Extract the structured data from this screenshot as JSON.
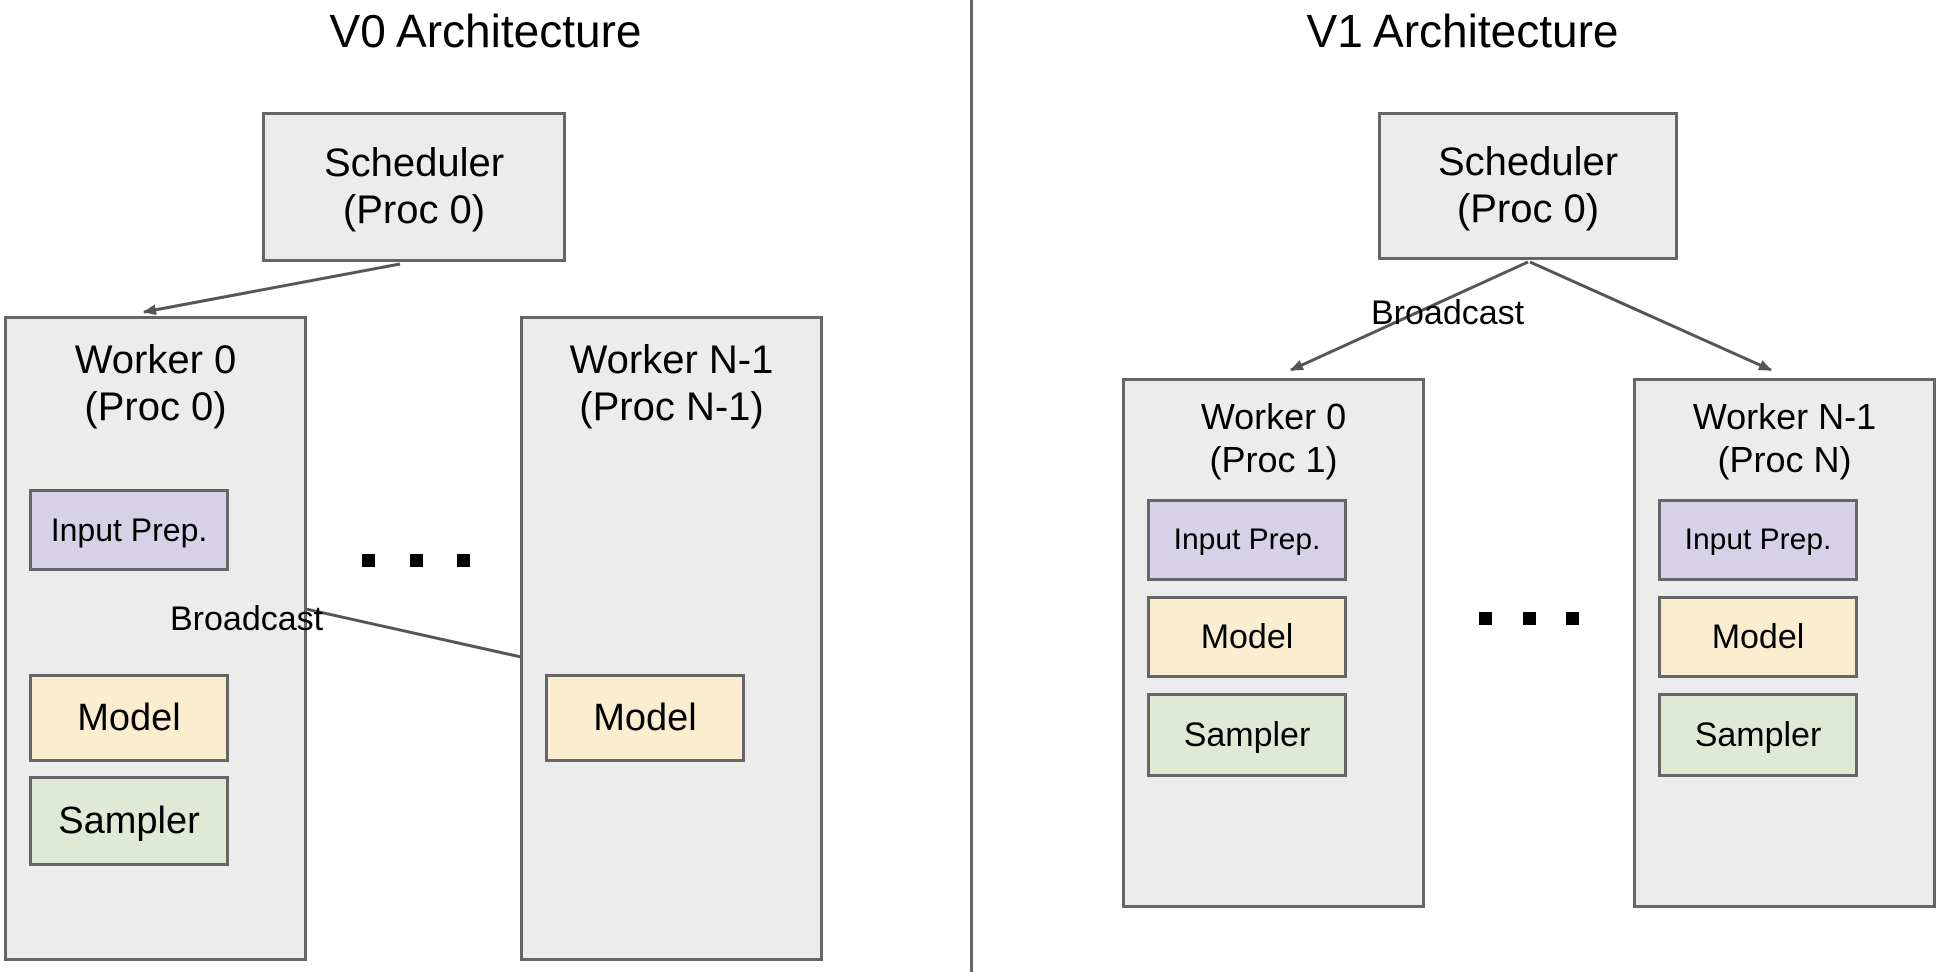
{
  "colors": {
    "background": "#ffffff",
    "box_fill": "#ececec",
    "box_border": "#666666",
    "input_prep_fill": "#d6d1e7",
    "model_fill": "#fbeed0",
    "sampler_fill": "#dfe9d5",
    "arrow": "#555555",
    "text": "#000000"
  },
  "panels": [
    {
      "id": "v0",
      "title": "V0 Architecture",
      "scheduler": {
        "line1": "Scheduler",
        "line2": "(Proc 0)"
      },
      "workers": [
        {
          "id": "worker-0",
          "line1": "Worker 0",
          "line2": "(Proc 0)",
          "components": [
            {
              "id": "input-prep",
              "label": "Input Prep."
            },
            {
              "id": "model",
              "label": "Model"
            },
            {
              "id": "sampler",
              "label": "Sampler"
            }
          ]
        },
        {
          "id": "worker-n-1",
          "line1": "Worker N-1",
          "line2": "(Proc N-1)",
          "components": [
            {
              "id": "model",
              "label": "Model"
            }
          ]
        }
      ],
      "edge_labels": [
        {
          "id": "broadcast",
          "text": "Broadcast"
        }
      ],
      "ellipsis": "..."
    },
    {
      "id": "v1",
      "title": "V1 Architecture",
      "scheduler": {
        "line1": "Scheduler",
        "line2": "(Proc 0)"
      },
      "workers": [
        {
          "id": "worker-0",
          "line1": "Worker 0",
          "line2": "(Proc 1)",
          "components": [
            {
              "id": "input-prep",
              "label": "Input Prep."
            },
            {
              "id": "model",
              "label": "Model"
            },
            {
              "id": "sampler",
              "label": "Sampler"
            }
          ]
        },
        {
          "id": "worker-n-1",
          "line1": "Worker N-1",
          "line2": "(Proc N)",
          "components": [
            {
              "id": "input-prep",
              "label": "Input Prep."
            },
            {
              "id": "model",
              "label": "Model"
            },
            {
              "id": "sampler",
              "label": "Sampler"
            }
          ]
        }
      ],
      "edge_labels": [
        {
          "id": "broadcast",
          "text": "Broadcast"
        }
      ],
      "ellipsis": "..."
    }
  ]
}
